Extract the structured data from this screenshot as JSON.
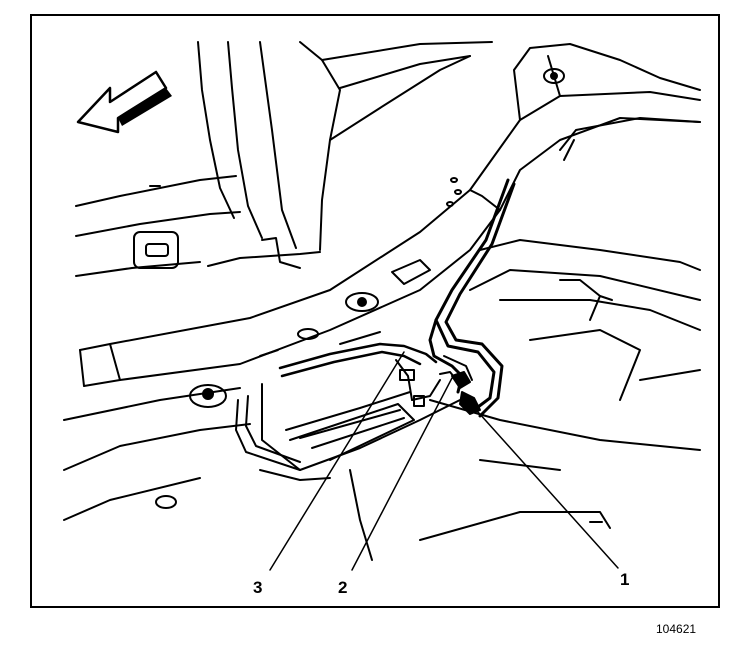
{
  "callouts": [
    {
      "id": "1",
      "label": "1"
    },
    {
      "id": "2",
      "label": "2"
    },
    {
      "id": "3",
      "label": "3"
    }
  ],
  "figure_id": "104621",
  "colors": {
    "ink": "#000000",
    "paper": "#ffffff"
  }
}
